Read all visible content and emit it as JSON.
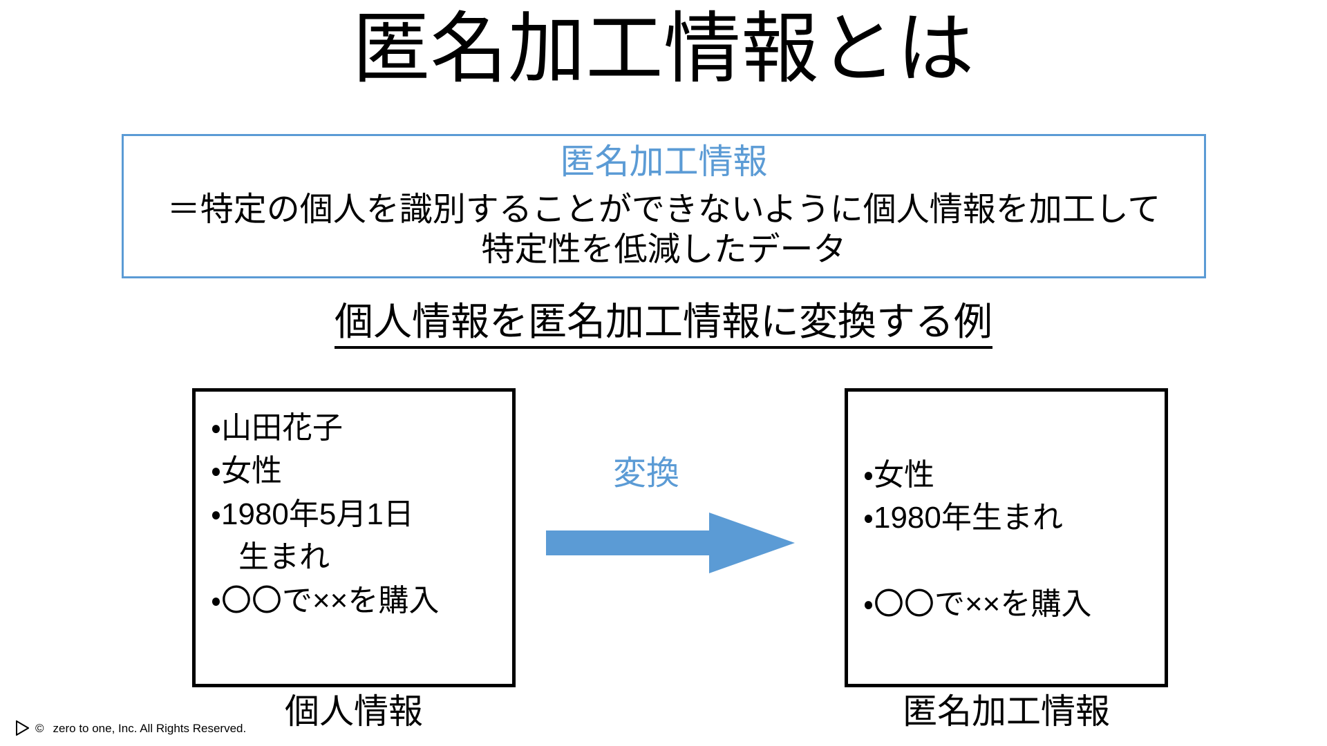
{
  "slide": {
    "title": "匿名加工情報とは",
    "background_color": "#FFFFFF",
    "accent_color": "#5B9BD5",
    "text_color": "#000000"
  },
  "definition_box": {
    "border_color": "#5B9BD5",
    "heading": "匿名加工情報",
    "heading_color": "#5B9BD5",
    "body_line1": "＝特定の個人を識別することができないように個人情報を加工して",
    "body_line2": "特定性を低減したデータ"
  },
  "section": {
    "subtitle": "個人情報を匿名加工情報に変換する例"
  },
  "left_box": {
    "caption": "個人情報",
    "bullets": [
      {
        "marker": "・",
        "text": "山田花子",
        "continuation": ""
      },
      {
        "marker": "・",
        "text": "女性",
        "continuation": ""
      },
      {
        "marker": "・",
        "text": "1980年5月1日",
        "continuation": "生まれ"
      },
      {
        "marker": "・",
        "text": "〇〇で××を購入",
        "continuation": ""
      }
    ]
  },
  "right_box": {
    "caption": "匿名加工情報",
    "bullets": [
      {
        "marker": "・",
        "text": "女性",
        "continuation": ""
      },
      {
        "marker": "・",
        "text": "1980年生まれ",
        "continuation": ""
      },
      {
        "marker": "",
        "text": "",
        "continuation": "",
        "spacer": true
      },
      {
        "marker": "・",
        "text": "〇〇で××を購入",
        "continuation": ""
      }
    ]
  },
  "arrow": {
    "label": "変換",
    "color": "#5B9BD5",
    "direction": "right"
  },
  "footer": {
    "play_icon": "play-triangle-icon",
    "copyright_symbol": "©",
    "text": "zero to one, Inc. All Rights Reserved."
  }
}
